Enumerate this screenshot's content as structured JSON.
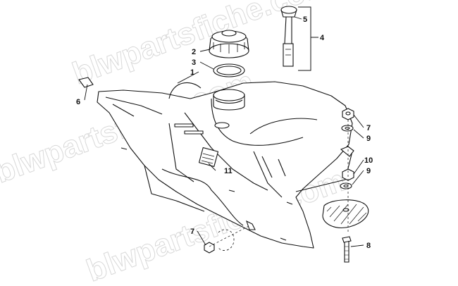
{
  "watermark": {
    "text": "blwpartsfiche.com"
  },
  "callouts": {
    "c1": "1",
    "c2": "2",
    "c3": "3",
    "c4": "4",
    "c5": "5",
    "c6": "6",
    "c7a": "7",
    "c7b": "7",
    "c8": "8",
    "c9a": "9",
    "c9b": "9",
    "c10": "10",
    "c11": "11"
  },
  "colors": {
    "line": "#111111",
    "watermark": "#c8c8c8",
    "background": "#ffffff"
  }
}
